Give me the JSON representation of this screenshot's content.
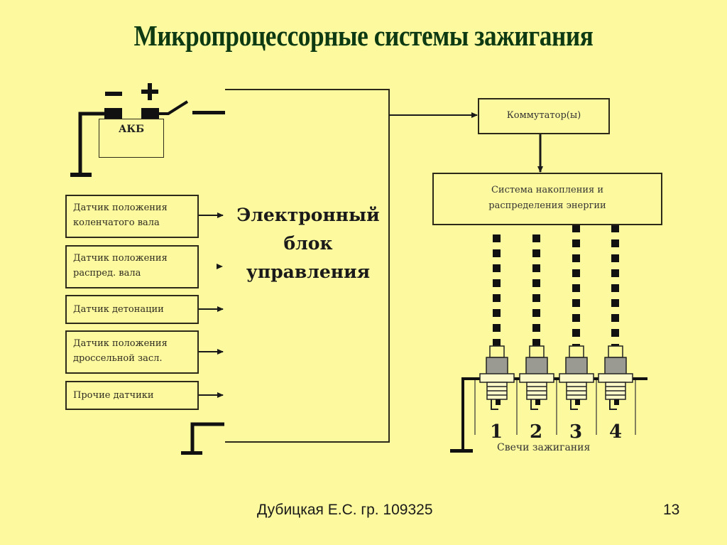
{
  "slide": {
    "title": "Микропроцессорные системы зажигания",
    "background_color": "#fdf99e",
    "title_color": "#0d3a12"
  },
  "battery": {
    "label": "АКБ",
    "minus_symbol": "−",
    "plus_symbol": "+"
  },
  "sensors": [
    {
      "line1": "Датчик положения",
      "line2": "коленчатого вала"
    },
    {
      "line1": "Датчик положения",
      "line2": "распред. вала"
    },
    {
      "line1": "Датчик детонации",
      "line2": ""
    },
    {
      "line1": "Датчик положения",
      "line2": "дроссельной засл."
    },
    {
      "line1": "Прочие датчики",
      "line2": ""
    }
  ],
  "ecu": {
    "line1": "Электронный",
    "line2": "блок",
    "line3": "управления"
  },
  "commutator": {
    "label": "Коммутатор(ы)"
  },
  "storage": {
    "line1": "Система накопления и",
    "line2": "распределения энергии"
  },
  "spark_plugs": {
    "numbers": [
      "1",
      "2",
      "3",
      "4"
    ],
    "caption": "Свечи зажигания"
  },
  "footer": {
    "author": "Дубицкая Е.С. гр. 109325",
    "page_number": "13"
  }
}
